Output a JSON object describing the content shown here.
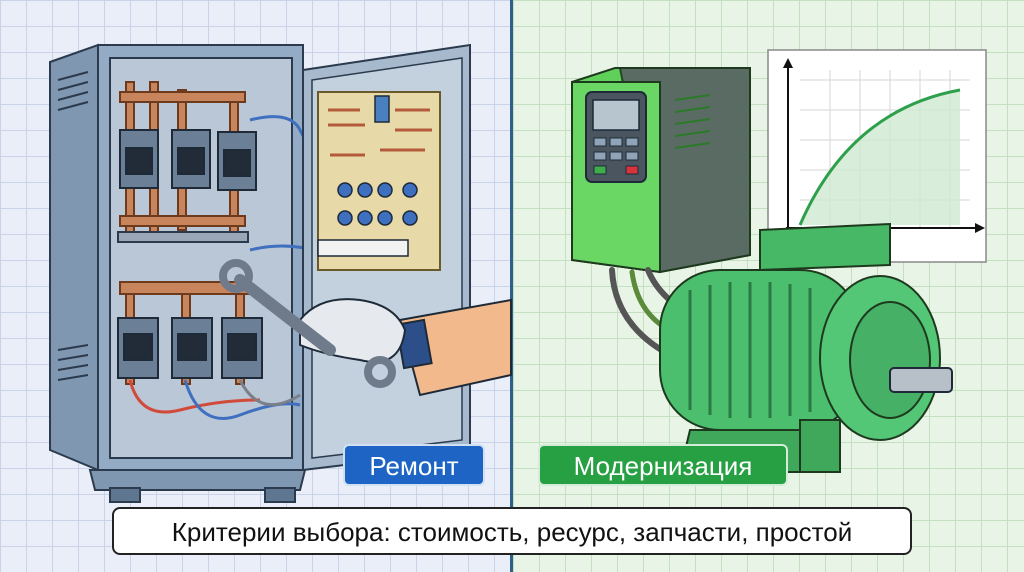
{
  "labels": {
    "repair": "Ремонт",
    "modernization": "Модернизация"
  },
  "caption": "Критерии выбора: стоимость, ресурс, запчасти, простой",
  "colors": {
    "repair_badge": "#1d64c4",
    "modernization_badge": "#27a043",
    "divider": "#2f5f8a",
    "cabinet": "#8aa3bd",
    "motor": "#4cbf6e",
    "drive": "#5fd15a"
  },
  "icons": {
    "left": [
      "electrical-cabinet-icon",
      "circuit-board-icon",
      "wrench-icon",
      "gloved-hand-icon"
    ],
    "right": [
      "frequency-drive-icon",
      "electric-motor-icon",
      "performance-graph-icon"
    ]
  }
}
